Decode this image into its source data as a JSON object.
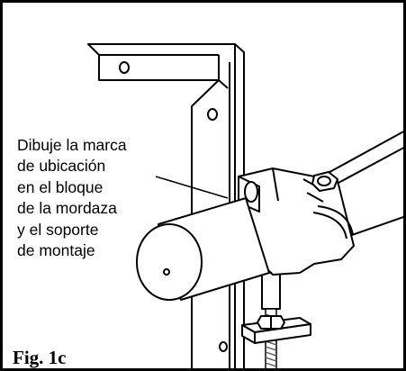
{
  "figure": {
    "caption": "Fig. 1c",
    "callout_lines": [
      "Dibuje la marca",
      "de ubicación",
      "en el bloque",
      "de la mordaza",
      "y el soporte",
      "de montaje"
    ]
  },
  "colors": {
    "line": "#000000",
    "fill": "#ffffff",
    "thread": "#555555"
  }
}
